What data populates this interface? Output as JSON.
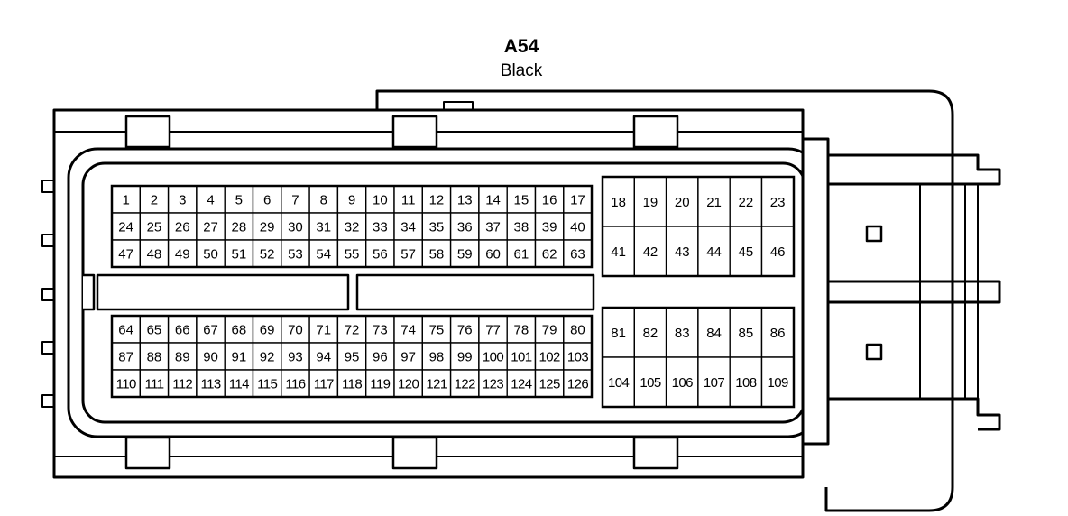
{
  "connector": {
    "id": "A54",
    "color": "Black"
  },
  "pins": {
    "left_top": [
      [
        "1",
        "2",
        "3",
        "4",
        "5",
        "6",
        "7",
        "8",
        "9",
        "10",
        "11",
        "12",
        "13",
        "14",
        "15",
        "16",
        "17"
      ],
      [
        "24",
        "25",
        "26",
        "27",
        "28",
        "29",
        "30",
        "31",
        "32",
        "33",
        "34",
        "35",
        "36",
        "37",
        "38",
        "39",
        "40"
      ],
      [
        "47",
        "48",
        "49",
        "50",
        "51",
        "52",
        "53",
        "54",
        "55",
        "56",
        "57",
        "58",
        "59",
        "60",
        "61",
        "62",
        "63"
      ]
    ],
    "left_bottom": [
      [
        "64",
        "65",
        "66",
        "67",
        "68",
        "69",
        "70",
        "71",
        "72",
        "73",
        "74",
        "75",
        "76",
        "77",
        "78",
        "79",
        "80"
      ],
      [
        "87",
        "88",
        "89",
        "90",
        "91",
        "92",
        "93",
        "94",
        "95",
        "96",
        "97",
        "98",
        "99",
        "100",
        "101",
        "102",
        "103"
      ],
      [
        "110",
        "111",
        "112",
        "113",
        "114",
        "115",
        "116",
        "117",
        "118",
        "119",
        "120",
        "121",
        "122",
        "123",
        "124",
        "125",
        "126"
      ]
    ],
    "right_top": [
      [
        "18",
        "19",
        "20",
        "21",
        "22",
        "23"
      ],
      [
        "41",
        "42",
        "43",
        "44",
        "45",
        "46"
      ]
    ],
    "right_bottom": [
      [
        "81",
        "82",
        "83",
        "84",
        "85",
        "86"
      ],
      [
        "104",
        "105",
        "106",
        "107",
        "108",
        "109"
      ]
    ]
  },
  "colors": {
    "stroke": "#000000",
    "background": "#ffffff"
  }
}
